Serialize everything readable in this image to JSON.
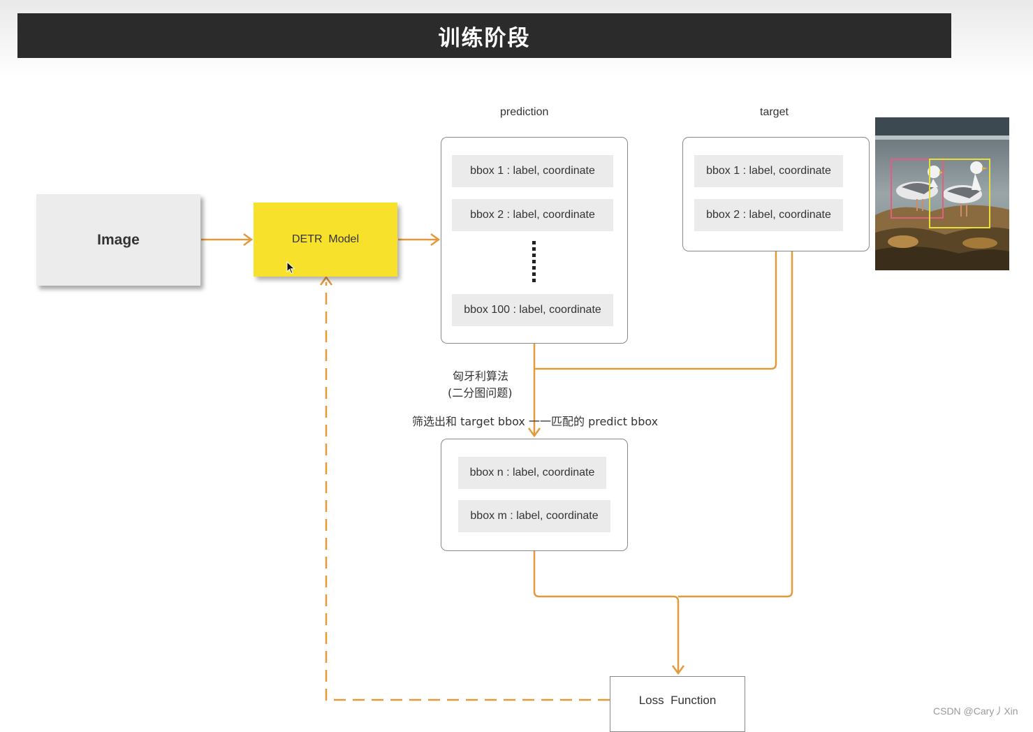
{
  "header": {
    "title": "训练阶段"
  },
  "nodes": {
    "image": "Image",
    "model": "DETR  Model",
    "loss": "Loss  Function"
  },
  "prediction": {
    "heading": "prediction",
    "rows": [
      "bbox 1 : label, coordinate",
      "bbox 2 : label, coordinate",
      "bbox 100 : label, coordinate"
    ]
  },
  "target": {
    "heading": "target",
    "rows": [
      "bbox 1 : label, coordinate",
      "bbox 2 : label, coordinate"
    ]
  },
  "matched": {
    "rows": [
      "bbox n : label, coordinate",
      "bbox m : label, coordinate"
    ]
  },
  "annotations": {
    "algo_line1": "匈牙利算法",
    "algo_line2": "(二分图问题)",
    "filter_text": "筛选出和 target bbox 一一匹配的 predict bbox"
  },
  "colors": {
    "arrow": "#e39a3b",
    "model_fill": "#f7e12b",
    "title_bar": "#2b2b2b",
    "bbox_pink": "#e0607e",
    "bbox_yellow": "#e8e03a"
  },
  "watermark": "CSDN @Cary丿Xin"
}
